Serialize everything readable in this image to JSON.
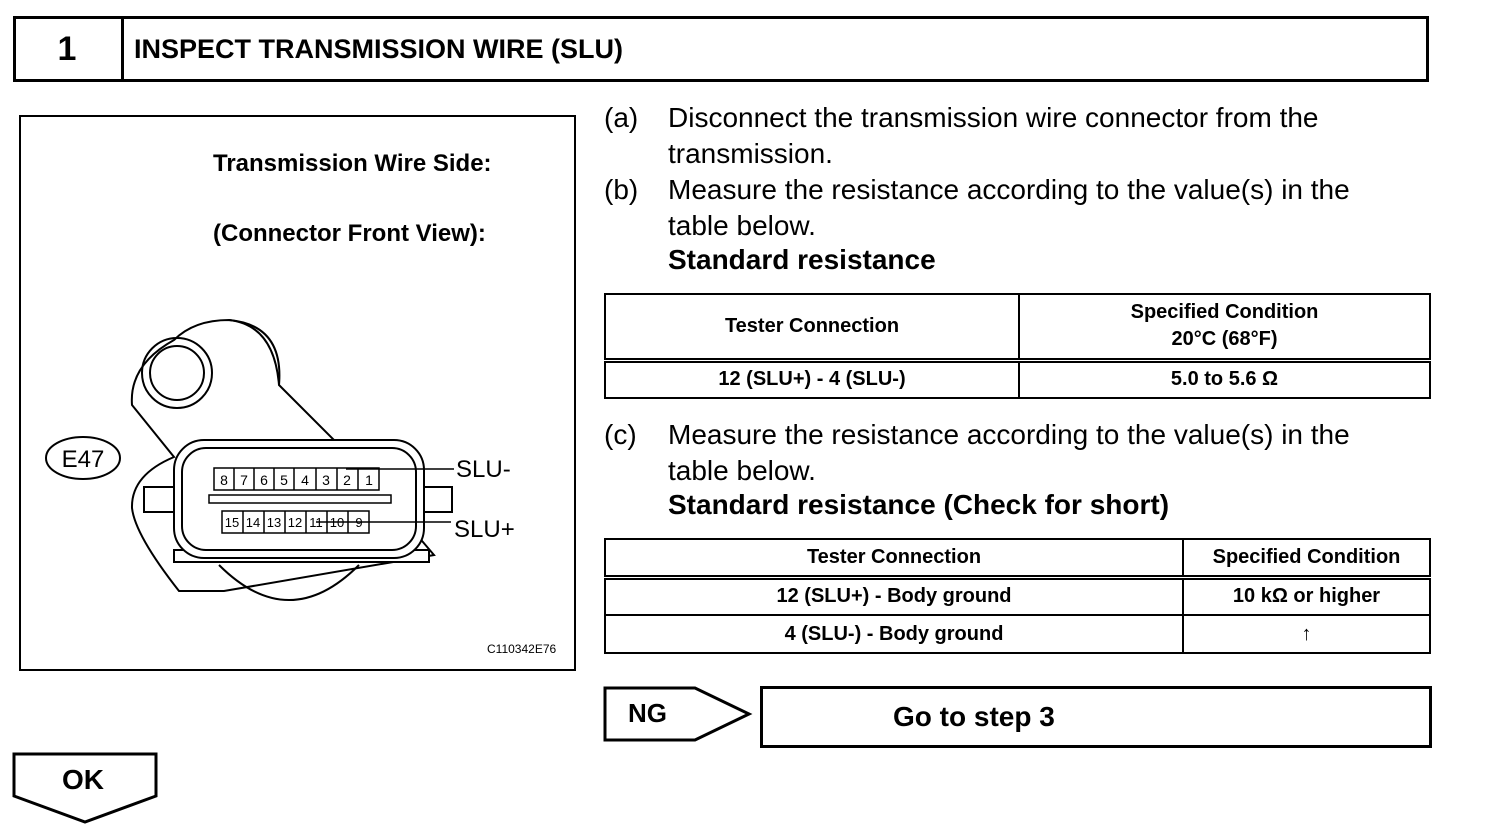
{
  "header": {
    "step_number": "1",
    "title": "INSPECT TRANSMISSION WIRE (SLU)"
  },
  "figure": {
    "side_label": "Transmission Wire Side:",
    "view_label": "(Connector Front View):",
    "connector_id": "E47",
    "slu_minus_label": "SLU-",
    "slu_plus_label": "SLU+",
    "top_pins": [
      "8",
      "7",
      "6",
      "5",
      "4",
      "3",
      "2",
      "1"
    ],
    "bottom_pins": [
      "15",
      "14",
      "13",
      "12",
      "11",
      "10",
      "9"
    ],
    "figure_code": "C110342E76"
  },
  "steps": {
    "a_label": "(a)",
    "a_line1": "Disconnect the transmission wire connector from the",
    "a_line2": "transmission.",
    "b_label": "(b)",
    "b_line1": "Measure the resistance according to the value(s) in the",
    "b_line2": "table below.",
    "b_heading": "Standard resistance",
    "c_label": "(c)",
    "c_line1": "Measure the resistance according to the value(s) in the",
    "c_line2": "table below.",
    "c_heading": "Standard resistance (Check for short)"
  },
  "table1": {
    "col1_header": "Tester Connection",
    "col2_header_line1": "Specified Condition",
    "col2_header_line2": "20°C (68°F)",
    "row1_connection": "12 (SLU+) - 4 (SLU-)",
    "row1_condition": "5.0 to 5.6 Ω"
  },
  "table2": {
    "col1_header": "Tester Connection",
    "col2_header": "Specified Condition",
    "row1_connection": "12 (SLU+) - Body ground",
    "row1_condition": "10 kΩ or higher",
    "row2_connection": "4 (SLU-) - Body ground",
    "row2_condition": "↑"
  },
  "ng": {
    "label": "NG",
    "goto_text": "Go to step 3"
  },
  "ok": {
    "label": "OK"
  }
}
